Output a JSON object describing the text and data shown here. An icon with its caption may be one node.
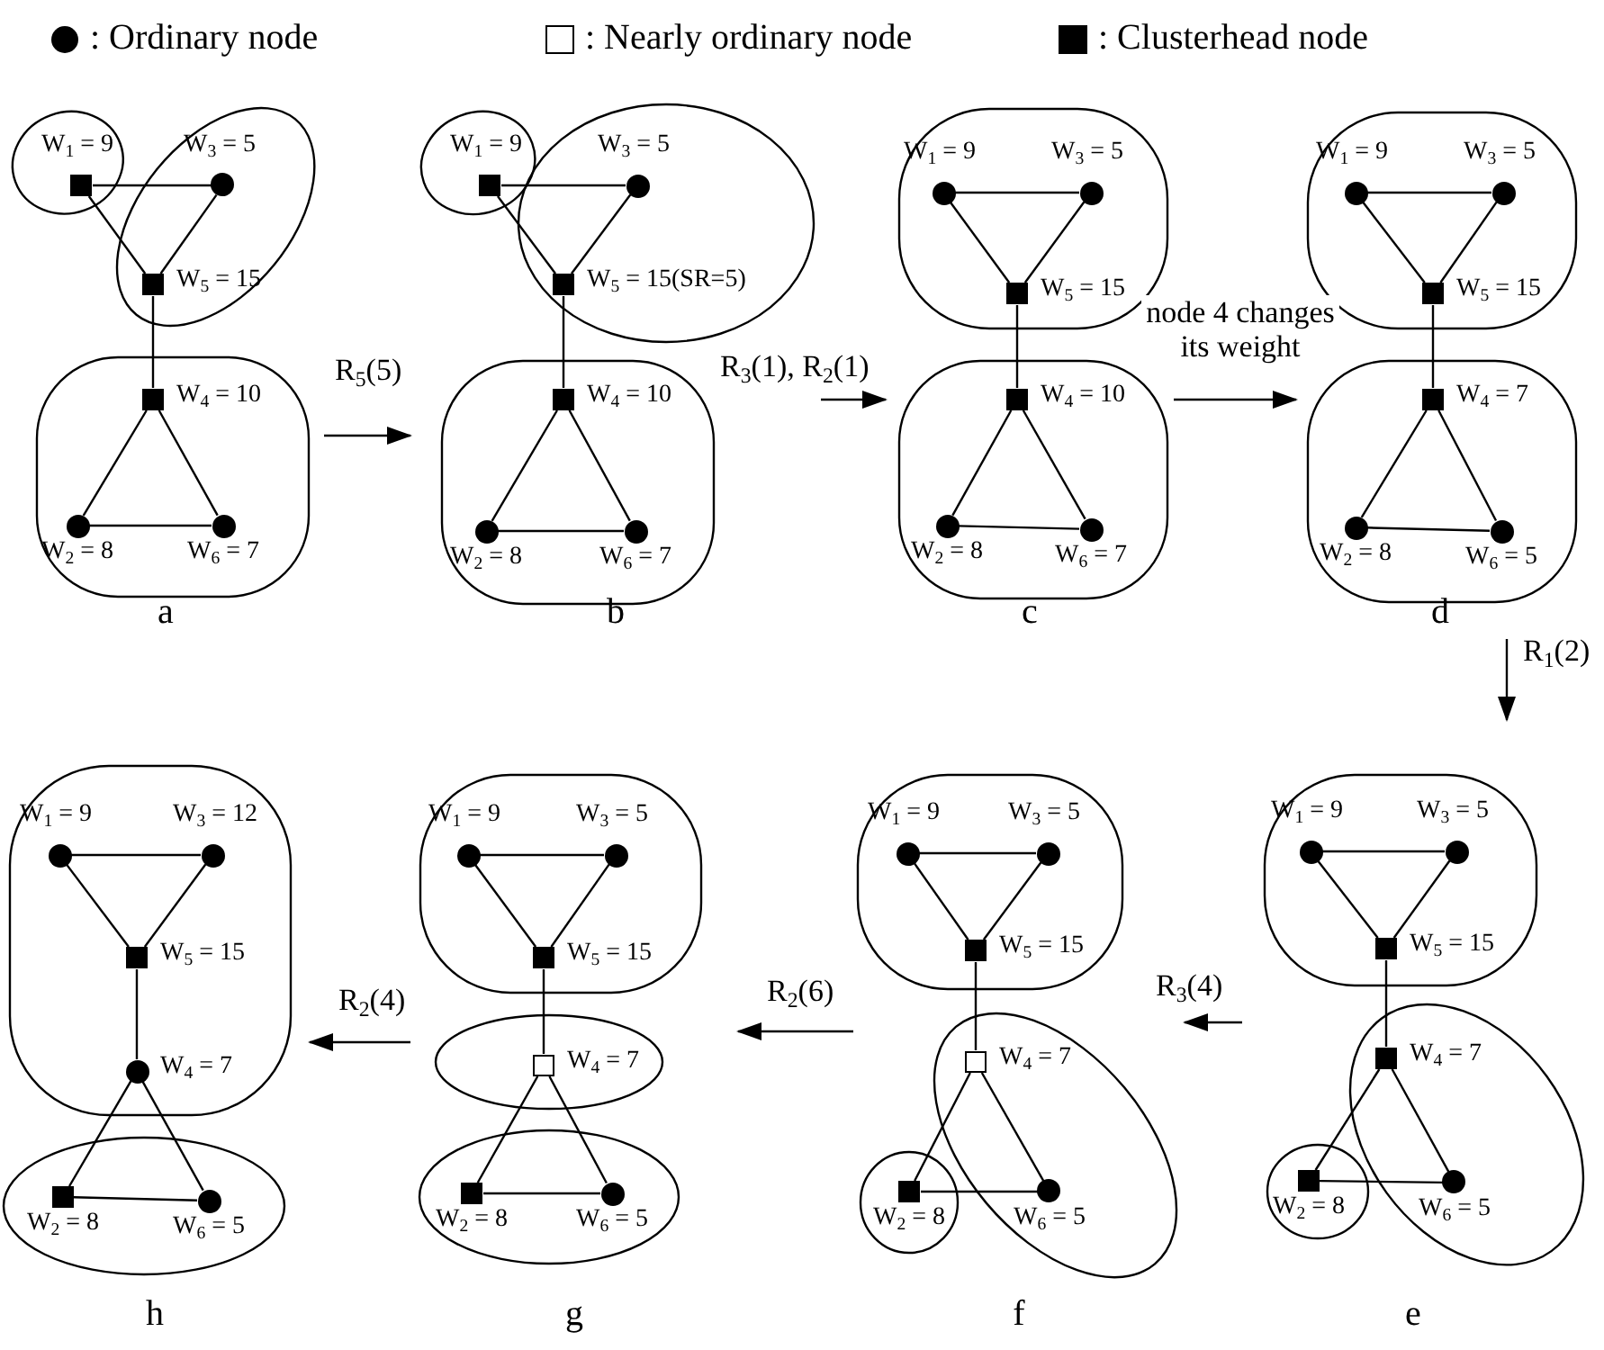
{
  "diagram": {
    "nodes": [
      {
        "text": [
          "a"
        ]
      },
      {
        "text": [],
        "shape": "ellipse",
        "in": 0
      },
      {
        "text": [],
        "shape": "square",
        "beside": [
          "W$_{1}$ = 9"
        ],
        "in": 1
      },
      {
        "text": [],
        "shape": "ellipse",
        "in": 0
      },
      {
        "text": [],
        "shape": "circle",
        "beside": [
          "W$_{3}$ = 5"
        ],
        "in": 3
      },
      {
        "text": [],
        "shape": "square",
        "beside": [
          "W$_{5}$ = 15"
        ],
        "in": 3
      },
      {
        "text": [],
        "shape": "ellipse",
        "in": 0
      },
      {
        "text": [],
        "shape": "square",
        "beside": [
          "W$_{4}$ = 10"
        ],
        "in": 6
      },
      {
        "text": [],
        "shape": "circle",
        "beside": [
          "W$_{2}$ = 8"
        ],
        "in": 6
      },
      {
        "text": [],
        "shape": "circle",
        "beside": [
          "W$_{6}$ = 7"
        ],
        "in": 6
      },
      {
        "text": [
          "b"
        ]
      },
      {
        "text": [],
        "shape": "ellipse",
        "in": 10
      },
      {
        "text": [],
        "shape": "square",
        "beside": [
          "W$_{1}$ = 9"
        ],
        "in": 11
      },
      {
        "text": [],
        "shape": "ellipse",
        "in": 10
      },
      {
        "text": [],
        "shape": "circle",
        "beside": [
          "W$_{3}$ = 5"
        ],
        "in": 13
      },
      {
        "text": [],
        "shape": "square",
        "beside": [
          "W$_{5}$ = 15(SR=5)"
        ],
        "in": 13
      },
      {
        "text": [],
        "shape": "ellipse",
        "in": 10
      },
      {
        "text": [],
        "shape": "square",
        "beside": [
          "W$_{4}$ = 10"
        ],
        "in": 16
      },
      {
        "text": [],
        "shape": "circle",
        "beside": [
          "W$_{2}$ = 8"
        ],
        "in": 16
      },
      {
        "text": [],
        "shape": "circle",
        "beside": [
          "W$_{6}$ = 7"
        ],
        "in": 16
      },
      {
        "text": [
          "c"
        ]
      },
      {
        "text": [],
        "shape": "ellipse",
        "in": 20
      },
      {
        "text": [],
        "shape": "circle",
        "beside": [
          "W$_{1}$ = 9"
        ],
        "in": 21
      },
      {
        "text": [],
        "shape": "circle",
        "beside": [
          "W$_{3}$ = 5"
        ],
        "in": 21
      },
      {
        "text": [],
        "shape": "square",
        "beside": [
          "W$_{5}$ = 15"
        ],
        "in": 21
      },
      {
        "text": [],
        "shape": "ellipse",
        "in": 20
      },
      {
        "text": [],
        "shape": "square",
        "beside": [
          "W$_{4}$ = 10"
        ],
        "in": 25
      },
      {
        "text": [],
        "shape": "circle",
        "beside": [
          "W$_{2}$ = 8"
        ],
        "in": 25
      },
      {
        "text": [],
        "shape": "circle",
        "beside": [
          "W$_{6}$ = 7"
        ],
        "in": 25
      },
      {
        "text": [
          "d"
        ]
      },
      {
        "text": [],
        "shape": "ellipse",
        "in": 29
      },
      {
        "text": [],
        "shape": "circle",
        "beside": [
          "W$_{1}$ = 9"
        ],
        "in": 30
      },
      {
        "text": [],
        "shape": "circle",
        "beside": [
          "W$_{3}$ = 5"
        ],
        "in": 30
      },
      {
        "text": [],
        "shape": "square",
        "beside": [
          "W$_{5}$ = 15"
        ],
        "in": 30
      },
      {
        "text": [],
        "shape": "ellipse",
        "in": 29
      },
      {
        "text": [],
        "shape": "square",
        "beside": [
          "W$_{4}$ = 7"
        ],
        "in": 34
      },
      {
        "text": [],
        "shape": "circle",
        "beside": [
          "W$_{2}$ = 8"
        ],
        "in": 34
      },
      {
        "text": [],
        "shape": "circle",
        "beside": [
          "W$_{6}$ = 5"
        ],
        "in": 34
      },
      {
        "text": [
          "e"
        ]
      },
      {
        "text": [],
        "shape": "ellipse",
        "in": 38
      },
      {
        "text": [],
        "shape": "circle",
        "beside": [
          "W$_{1}$ = 9"
        ],
        "in": 39
      },
      {
        "text": [],
        "shape": "circle",
        "beside": [
          "W$_{3}$ = 5"
        ],
        "in": 39
      },
      {
        "text": [],
        "shape": "square",
        "beside": [
          "W$_{5}$ = 15"
        ],
        "in": 39
      },
      {
        "text": [],
        "shape": "ellipse",
        "in": 38
      },
      {
        "text": [],
        "shape": "square",
        "beside": [
          "W$_{4}$ = 7"
        ],
        "in": 43
      },
      {
        "text": [],
        "shape": "circle",
        "beside": [
          "W$_{6}$ = 5"
        ],
        "in": 43
      },
      {
        "text": [],
        "shape": "ellipse",
        "in": 38
      },
      {
        "text": [],
        "shape": "square",
        "beside": [
          "W$_{2}$ = 8"
        ],
        "in": 46
      },
      {
        "text": [
          "f"
        ]
      },
      {
        "text": [],
        "shape": "ellipse",
        "in": 48
      },
      {
        "text": [],
        "shape": "circle",
        "beside": [
          "W$_{1}$ = 9"
        ],
        "in": 49
      },
      {
        "text": [],
        "shape": "circle",
        "beside": [
          "W$_{3}$ = 5"
        ],
        "in": 49
      },
      {
        "text": [],
        "shape": "square",
        "beside": [
          "W$_{5}$ = 15"
        ],
        "in": 49
      },
      {
        "text": [],
        "shape": "ellipse",
        "in": 48
      },
      {
        "text": [],
        "shape": "box",
        "beside": [
          "W$_{4}$ = 7"
        ],
        "in": 53
      },
      {
        "text": [],
        "shape": "circle",
        "beside": [
          "W$_{6}$ = 5"
        ],
        "in": 53
      },
      {
        "text": [],
        "shape": "ellipse",
        "in": 48
      },
      {
        "text": [],
        "shape": "square",
        "beside": [
          "W$_{2}$ = 8"
        ],
        "in": 56
      },
      {
        "text": [
          "g"
        ]
      },
      {
        "text": [],
        "shape": "ellipse",
        "in": 58
      },
      {
        "text": [],
        "shape": "circle",
        "beside": [
          "W$_{1}$ = 9"
        ],
        "in": 59
      },
      {
        "text": [],
        "shape": "circle",
        "beside": [
          "W$_{3}$ = 5"
        ],
        "in": 59
      },
      {
        "text": [],
        "shape": "square",
        "beside": [
          "W$_{5}$ = 15"
        ],
        "in": 59
      },
      {
        "text": [],
        "shape": "ellipse",
        "in": 58
      },
      {
        "text": [],
        "shape": "box",
        "beside": [
          "W$_{4}$ = 7"
        ],
        "in": 63
      },
      {
        "text": [],
        "shape": "ellipse",
        "in": 58
      },
      {
        "text": [],
        "shape": "square",
        "beside": [
          "W$_{2}$ = 8"
        ],
        "in": 65
      },
      {
        "text": [],
        "shape": "circle",
        "beside": [
          "W$_{6}$ = 5"
        ],
        "in": 65
      },
      {
        "text": [
          "h"
        ]
      },
      {
        "text": [],
        "shape": "ellipse",
        "in": 68
      },
      {
        "text": [],
        "shape": "circle",
        "beside": [
          "W$_{1}$ = 9"
        ],
        "in": 69
      },
      {
        "text": [],
        "shape": "circle",
        "beside": [
          "W$_{3}$ = 12"
        ],
        "in": 69
      },
      {
        "text": [],
        "shape": "square",
        "beside": [
          "W$_{5}$ = 15"
        ],
        "in": 69
      },
      {
        "text": [],
        "shape": "circle",
        "beside": [
          "W$_{4}$ = 7"
        ],
        "in": 69
      },
      {
        "text": [],
        "shape": "ellipse",
        "in": 68
      },
      {
        "text": [],
        "shape": "square",
        "beside": [
          "W$_{2}$ = 8"
        ],
        "in": 74
      },
      {
        "text": [],
        "shape": "circle",
        "beside": [
          "W$_{6}$ = 5"
        ],
        "in": 74
      }
    ],
    "edges": [
      {
        "from": 2,
        "to": 4,
        "arrow": "none"
      },
      {
        "from": 2,
        "to": 5,
        "arrow": "none"
      },
      {
        "from": 4,
        "to": 5,
        "arrow": "none"
      },
      {
        "from": 5,
        "to": 7,
        "arrow": "none"
      },
      {
        "from": 7,
        "to": 8,
        "arrow": "none"
      },
      {
        "from": 7,
        "to": 9,
        "arrow": "none"
      },
      {
        "from": 8,
        "to": 9,
        "arrow": "none"
      },
      {
        "from": 12,
        "to": 14,
        "arrow": "none"
      },
      {
        "from": 12,
        "to": 15,
        "arrow": "none"
      },
      {
        "from": 14,
        "to": 15,
        "arrow": "none"
      },
      {
        "from": 15,
        "to": 17,
        "arrow": "none"
      },
      {
        "from": 17,
        "to": 18,
        "arrow": "none"
      },
      {
        "from": 17,
        "to": 19,
        "arrow": "none"
      },
      {
        "from": 18,
        "to": 19,
        "arrow": "none"
      },
      {
        "from": 22,
        "to": 23,
        "arrow": "none"
      },
      {
        "from": 22,
        "to": 24,
        "arrow": "none"
      },
      {
        "from": 23,
        "to": 24,
        "arrow": "none"
      },
      {
        "from": 24,
        "to": 26,
        "arrow": "none"
      },
      {
        "from": 26,
        "to": 27,
        "arrow": "none"
      },
      {
        "from": 26,
        "to": 28,
        "arrow": "none"
      },
      {
        "from": 27,
        "to": 28,
        "arrow": "none"
      },
      {
        "from": 31,
        "to": 32,
        "arrow": "none"
      },
      {
        "from": 31,
        "to": 33,
        "arrow": "none"
      },
      {
        "from": 32,
        "to": 33,
        "arrow": "none"
      },
      {
        "from": 33,
        "to": 35,
        "arrow": "none"
      },
      {
        "from": 35,
        "to": 36,
        "arrow": "none"
      },
      {
        "from": 35,
        "to": 37,
        "arrow": "none"
      },
      {
        "from": 36,
        "to": 37,
        "arrow": "none"
      },
      {
        "from": 40,
        "to": 41,
        "arrow": "none"
      },
      {
        "from": 40,
        "to": 42,
        "arrow": "none"
      },
      {
        "from": 41,
        "to": 42,
        "arrow": "none"
      },
      {
        "from": 42,
        "to": 44,
        "arrow": "none"
      },
      {
        "from": 44,
        "to": 47,
        "arrow": "none"
      },
      {
        "from": 44,
        "to": 45,
        "arrow": "none"
      },
      {
        "from": 47,
        "to": 45,
        "arrow": "none"
      },
      {
        "from": 50,
        "to": 51,
        "arrow": "none"
      },
      {
        "from": 50,
        "to": 52,
        "arrow": "none"
      },
      {
        "from": 51,
        "to": 52,
        "arrow": "none"
      },
      {
        "from": 52,
        "to": 54,
        "arrow": "none"
      },
      {
        "from": 54,
        "to": 57,
        "arrow": "none"
      },
      {
        "from": 54,
        "to": 55,
        "arrow": "none"
      },
      {
        "from": 57,
        "to": 55,
        "arrow": "none"
      },
      {
        "from": 60,
        "to": 61,
        "arrow": "none"
      },
      {
        "from": 60,
        "to": 62,
        "arrow": "none"
      },
      {
        "from": 61,
        "to": 62,
        "arrow": "none"
      },
      {
        "from": 62,
        "to": 64,
        "arrow": "none"
      },
      {
        "from": 64,
        "to": 66,
        "arrow": "none"
      },
      {
        "from": 64,
        "to": 67,
        "arrow": "none"
      },
      {
        "from": 66,
        "to": 67,
        "arrow": "none"
      },
      {
        "from": 70,
        "to": 71,
        "arrow": "none"
      },
      {
        "from": 70,
        "to": 72,
        "arrow": "none"
      },
      {
        "from": 71,
        "to": 72,
        "arrow": "none"
      },
      {
        "from": 72,
        "to": 73,
        "arrow": "none"
      },
      {
        "from": 73,
        "to": 75,
        "arrow": "none"
      },
      {
        "from": 73,
        "to": 76,
        "arrow": "none"
      },
      {
        "from": 75,
        "to": 76,
        "arrow": "none"
      },
      {
        "from": 0,
        "to": 10,
        "arrow": "to",
        "label": "R$_{5}$(5)"
      },
      {
        "from": 10,
        "to": 20,
        "arrow": "to",
        "label": "R$_{3}$(1), R$_{2}$(1)"
      },
      {
        "from": 20,
        "to": 29,
        "arrow": "to",
        "label": "node 4 changes its weight"
      },
      {
        "from": 29,
        "to": 38,
        "arrow": "to",
        "label": "R$_{1}$(2)"
      },
      {
        "from": 38,
        "to": 48,
        "arrow": "to",
        "label": "R$_{3}$(4)"
      },
      {
        "from": 48,
        "to": 58,
        "arrow": "to",
        "label": "R$_{2}$(6)"
      },
      {
        "from": 58,
        "to": 68,
        "arrow": "to",
        "label": "R$_{2}$(4)"
      }
    ],
    "legend": [
      {
        "text": ": Ordinary node"
      },
      {
        "text": ": Nearly ordinary node"
      },
      {
        "text": ": Clusterhead node"
      }
    ]
  }
}
